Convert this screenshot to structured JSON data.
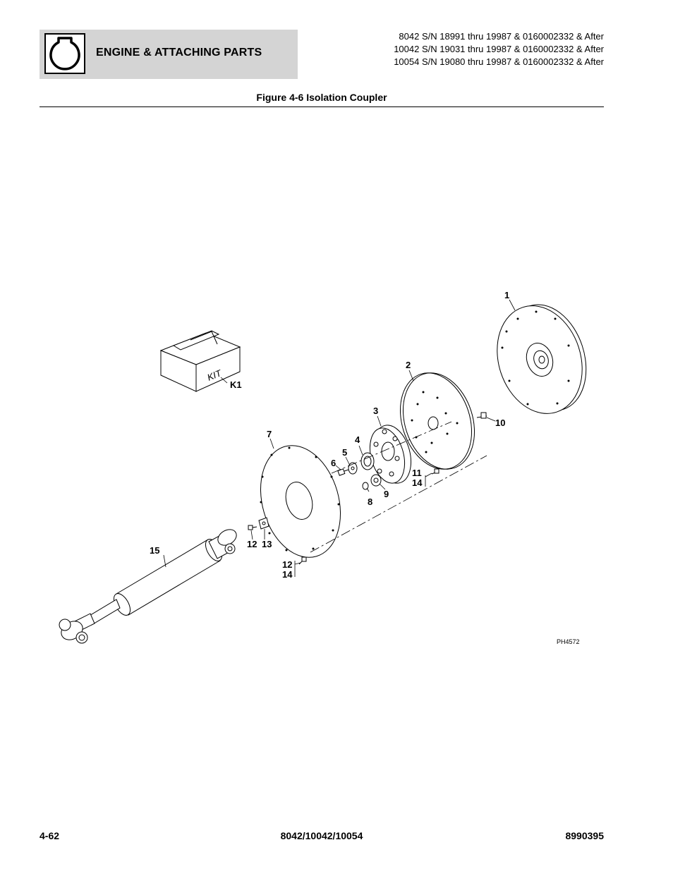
{
  "header": {
    "section_title": "ENGINE & ATTACHING PARTS",
    "section_icon": "engine-section-icon",
    "serial_lines": [
      "8042 S/N 18991 thru 19987 & 0160002332 & After",
      "10042 S/N 19031 thru 19987 & 0160002332 & After",
      "10054 S/N 19080 thru 19987 & 0160002332 & After"
    ]
  },
  "figure": {
    "title": "Figure 4-6 Isolation Coupler",
    "drawing_id": "PH4572",
    "kit_label": "KIT",
    "callouts": {
      "c1": "1",
      "c2": "2",
      "c3": "3",
      "c4": "4",
      "c5": "5",
      "c6": "6",
      "c7": "7",
      "c8": "8",
      "c9": "9",
      "c10": "10",
      "c11": "11",
      "c14a": "14",
      "c12a": "12",
      "c13": "13",
      "c12b": "12",
      "c14b": "14",
      "c15": "15",
      "k1": "K1"
    }
  },
  "footer": {
    "page_number": "4-62",
    "models": "8042/10042/10054",
    "part_number": "8990395"
  }
}
